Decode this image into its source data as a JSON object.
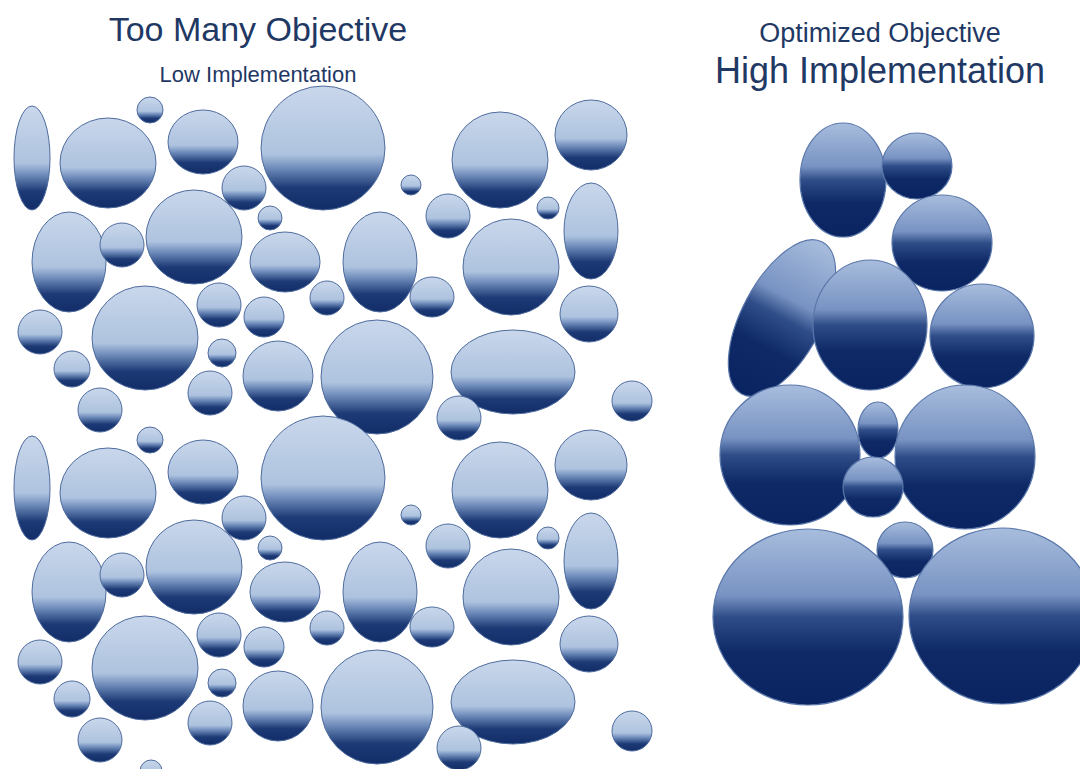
{
  "diagram": {
    "labels": [
      "Too Many Objective",
      "Low Implementation",
      "Optimized Objective",
      "High Implementation"
    ]
  }
}
